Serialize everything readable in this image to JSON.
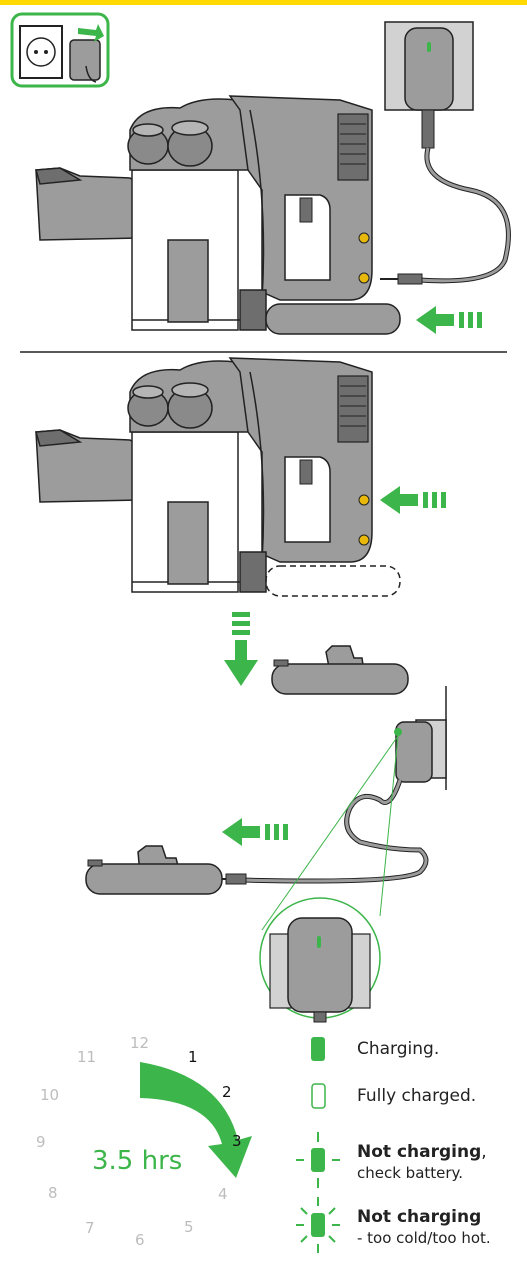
{
  "colors": {
    "accent_yellow": "#ffd900",
    "green": "#3cb54a",
    "body_gray": "#9c9c9c",
    "dark_gray": "#5a5a5a",
    "text": "#222222",
    "clock_gray": "#bdbdbd"
  },
  "icons": [
    "plug-in-socket-icon",
    "push-arrow-icon",
    "remove-arrow-icon",
    "charger-led-zoom-icon"
  ],
  "clock": {
    "numbers": [
      {
        "label": "12",
        "active": false
      },
      {
        "label": "1",
        "active": true
      },
      {
        "label": "2",
        "active": true
      },
      {
        "label": "3",
        "active": true
      },
      {
        "label": "4",
        "active": false
      },
      {
        "label": "5",
        "active": false
      },
      {
        "label": "6",
        "active": false
      },
      {
        "label": "7",
        "active": false
      },
      {
        "label": "8",
        "active": false
      },
      {
        "label": "9",
        "active": false
      },
      {
        "label": "10",
        "active": false
      },
      {
        "label": "11",
        "active": false
      }
    ],
    "duration": "3.5 hrs"
  },
  "legend": {
    "charging": "Charging.",
    "fully_charged": "Fully charged.",
    "not_charging_1_bold": "Not charging",
    "not_charging_1_comma": ",",
    "not_charging_1_sub": "check battery.",
    "not_charging_2_bold": "Not charging",
    "not_charging_2_sub": "- too cold/too hot."
  }
}
